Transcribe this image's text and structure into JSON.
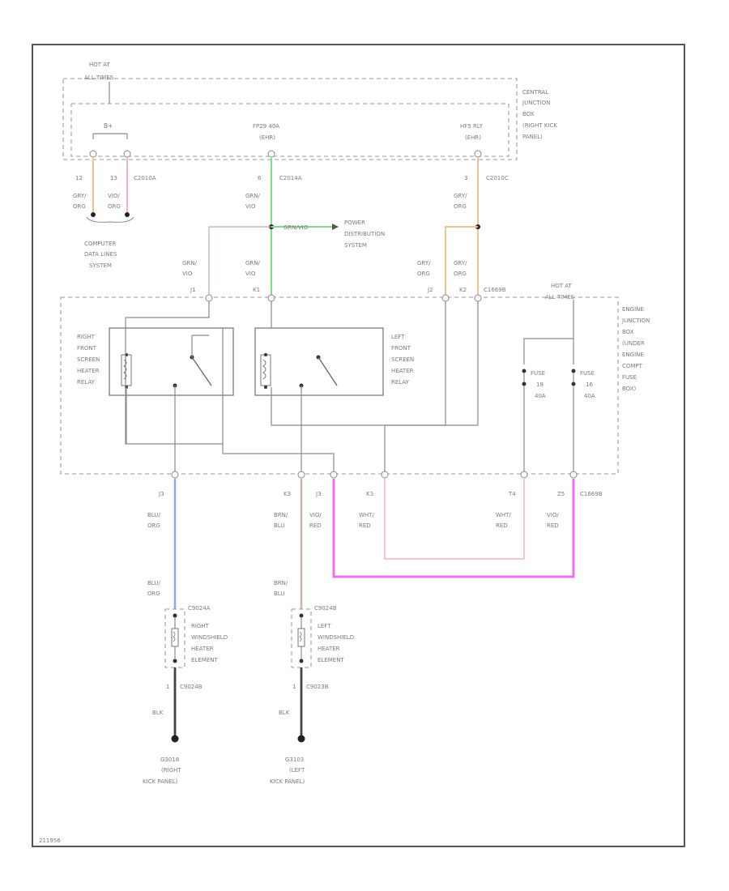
{
  "labels": {
    "cjb_hot": [
      "HOT AT",
      "ALL TIMES"
    ],
    "cjb_name": [
      "CENTRAL",
      "JUNCTION",
      "BOX",
      "(RIGHT KICK",
      "PANEL)"
    ],
    "bplus": "B+",
    "fp_pin1": "FP29 40A",
    "fp_pin2": "(EHR)",
    "hf_pin1": "HF5 RLY",
    "hf_pin2": "(EHR)",
    "pin_12": "12",
    "pin_13": "13",
    "conn_c2010a": "C2010A",
    "pin_6": "6",
    "conn_c2014a": "C2014A",
    "pin_3": "3",
    "conn_c2010c": "C2010C",
    "w_gry_org_l": [
      "GRY/",
      "ORG"
    ],
    "w_vio_org": [
      "VIO/",
      "ORG"
    ],
    "w_grn_vio_1": [
      "GRN/",
      "VIO"
    ],
    "w_gry_org_r": [
      "GRY/",
      "ORG"
    ],
    "cdl": [
      "COMPUTER",
      "DATA LINES",
      "SYSTEM"
    ],
    "splice_label": "GRN/VIO",
    "pds": [
      "POWER",
      "DISTRIBUTION",
      "SYSTEM"
    ],
    "w_grn_vio_2": [
      "GRN/",
      "VIO"
    ],
    "w_grn_vio_3": [
      "GRN/",
      "VIO"
    ],
    "w_gry_org_3": [
      "GRY/",
      "ORG"
    ],
    "w_gry_org_4": [
      "GRY/",
      "ORG"
    ],
    "pin_j1": "J1",
    "pin_k1": "K1",
    "pin_j2": "J2",
    "pin_k2": "K2",
    "conn_c1669b": "C1669B",
    "ejb_hot": [
      "HOT AT",
      "ALL TIMES"
    ],
    "ejb_name": [
      "ENGINE",
      "JUNCTION",
      "BOX",
      "(UNDER",
      "ENGINE",
      "COMPT",
      "FUSE",
      "BOX)"
    ],
    "relay_right": [
      "RIGHT",
      "FRONT",
      "SCREEN",
      "HEATER",
      "RELAY"
    ],
    "relay_left": [
      "LEFT",
      "FRONT",
      "SCREEN",
      "HEATER",
      "RELAY"
    ],
    "fuse1": [
      "FUSE",
      "18",
      "40A"
    ],
    "fuse2": [
      "FUSE",
      "16",
      "40A"
    ],
    "pin_j3": "J3",
    "pin_k3": "K3",
    "pin_j3b": "J3",
    "pin_k3b": "K3",
    "pin_t4": "T4",
    "pin_z5": "Z5",
    "conn_c1669b2": "C1669B",
    "w_blu_org": [
      "BLU/",
      "ORG"
    ],
    "w_brn_blu": [
      "BRN/",
      "BLU"
    ],
    "w_vio_red": [
      "VIO/",
      "RED"
    ],
    "w_wht_red_1": [
      "WHT/",
      "RED"
    ],
    "w_wht_red_2": [
      "WHT/",
      "RED"
    ],
    "w_vio_red_2": [
      "VIO/",
      "RED"
    ],
    "w_blu_org_2": [
      "BLU/",
      "ORG"
    ],
    "w_brn_blu_2": [
      "BRN/",
      "BLU"
    ],
    "conn_c9024a": "C9024A",
    "conn_c9024b": "C9024B",
    "elem_right": [
      "RIGHT",
      "WINDSHIELD",
      "HEATER",
      "ELEMENT"
    ],
    "elem_left": [
      "LEFT",
      "WINDSHIELD",
      "HEATER",
      "ELEMENT"
    ],
    "pin_1a": "1",
    "conn_c9024ab": "C9024B",
    "pin_1b": "1",
    "conn_c9023b": "C9023B",
    "w_blk_1": "BLK",
    "w_blk_2": "BLK",
    "gnd_right": [
      "G3018",
      "(RIGHT",
      "KICK PANEL)"
    ],
    "gnd_left": [
      "G3103",
      "(LEFT",
      "KICK PANEL)"
    ],
    "footer": "211956"
  },
  "colors": {
    "green": "#7fe07f",
    "orange": "#f5c08a",
    "pink": "#f26cf2",
    "pink_light": "#f7b0c9",
    "blue": "#8ea8ea",
    "tan": "#c7b7a8",
    "grey": "#8a8a8a"
  }
}
